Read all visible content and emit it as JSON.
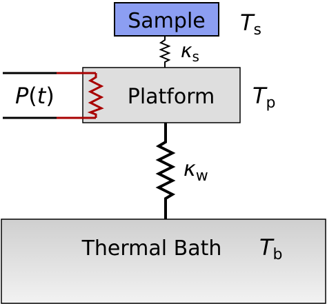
{
  "sample": {
    "label": "Sample",
    "temp_symbol": "T",
    "temp_sub": "s",
    "fill": "#8c9ef2"
  },
  "platform": {
    "label": "Platform",
    "temp_symbol": "T",
    "temp_sub": "p",
    "fill": "#dedede"
  },
  "bath": {
    "label": "Thermal Bath",
    "temp_symbol": "T",
    "temp_sub": "b",
    "fill_top": "#cfcfcf",
    "fill_bottom": "#f2f2f2"
  },
  "heater": {
    "power_symbol": "P",
    "power_arg": "t",
    "wire_color": "#a80000"
  },
  "links": {
    "sample_link_symbol": "κ",
    "sample_link_sub": "s",
    "weak_link_symbol": "κ",
    "weak_link_sub": "w"
  }
}
